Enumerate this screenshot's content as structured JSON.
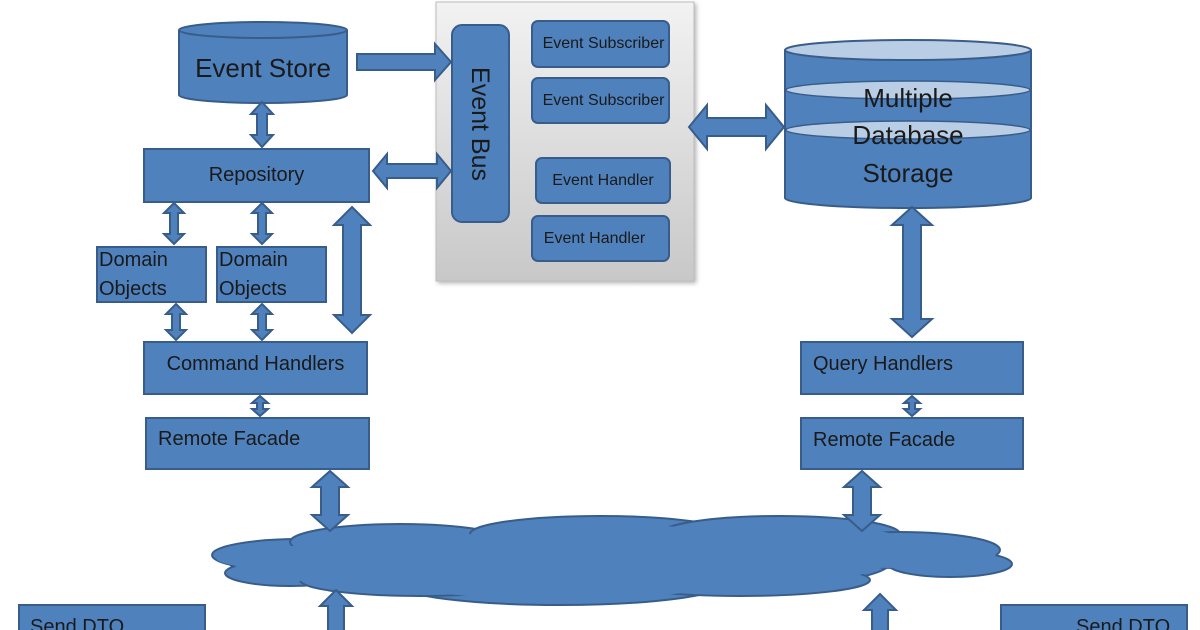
{
  "colors": {
    "box_fill": "#4f81bd",
    "box_stroke": "#385d8a",
    "panel_top": "#f2f2f2",
    "panel_bottom": "#c8c8c8",
    "text": "#1a1a1a"
  },
  "event_store": {
    "label": "Event Store"
  },
  "event_bus": {
    "label": "Event Bus",
    "subscribers": [
      "Event Subscriber",
      "Event Subscriber"
    ],
    "handlers": [
      "Event Handler",
      "Event Handler"
    ]
  },
  "multiple_db": {
    "line1": "Multiple",
    "line2": "Database",
    "line3": "Storage"
  },
  "write_side": {
    "repository": "Repository",
    "domain_objects": [
      {
        "line1": "Domain",
        "line2": "Objects"
      },
      {
        "line1": "Domain",
        "line2": "Objects"
      }
    ],
    "command_handlers": "Command Handlers",
    "remote_facade": "Remote Facade",
    "send_dto": "Send DTO"
  },
  "read_side": {
    "query_handlers": "Query Handlers",
    "remote_facade": "Remote Facade",
    "send_dto": "Send DTO"
  }
}
